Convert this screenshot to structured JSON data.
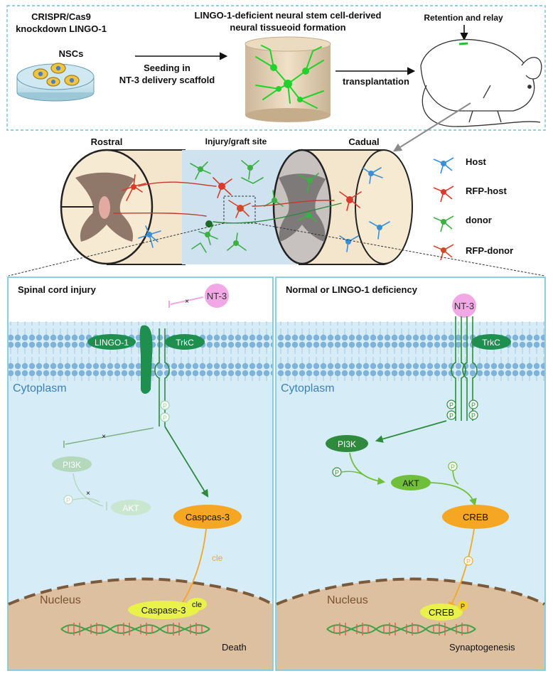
{
  "top_panel": {
    "crispr_line1": "CRISPR/Cas9",
    "crispr_line2": "knockdown LINGO-1",
    "nscs_label": "NSCs",
    "seeding_line1": "Seeding in",
    "seeding_line2": "NT-3 delivery scaffold",
    "tissueoid_line1": "LINGO-1-deficient neural stem cell-derived",
    "tissueoid_line2": "neural tissueoid formation",
    "transplantation": "transplantation",
    "retention": "Retention and relay"
  },
  "middle_panel": {
    "rostral": "Rostral",
    "injury_site": "Injury/graft site",
    "caudal": "Cadual"
  },
  "legend": [
    {
      "label": "Host",
      "color": "#3a8fd6"
    },
    {
      "label": "RFP-host",
      "color": "#d93a2b"
    },
    {
      "label": "donor",
      "color": "#3cb043"
    },
    {
      "label": "RFP-donor",
      "color": "#d04a2a"
    }
  ],
  "left_panel": {
    "title": "Spinal cord injury",
    "nt3": "NT-3",
    "lingo1": "LINGO-1",
    "trkc": "TrkC",
    "cytoplasm": "Cytoplasm",
    "p": "P",
    "pi3k": "PI3K",
    "akt": "AKT",
    "caspase_pro": "Caspcas-3",
    "cle": "cle",
    "nucleus": "Nucleus",
    "caspase_cleaved": "Caspase-3",
    "outcome": "Death"
  },
  "right_panel": {
    "title": "Normal or LINGO-1 deficiency",
    "nt3": "NT-3",
    "trkc": "TrkC",
    "cytoplasm": "Cytoplasm",
    "p": "P",
    "pi3k": "PI3K",
    "akt": "AKT",
    "creb": "CREB",
    "nucleus": "Nucleus",
    "creb_nuclear": "CREB",
    "outcome": "Synaptogenesis"
  },
  "colors": {
    "frame": "#6fc3d6",
    "cytoplasm": "#d6ecf6",
    "nucleus": "#dcc0a0",
    "lingo": "#1e8f4e",
    "caspase": "#f5a623",
    "nt3": "#f3a8e6",
    "creb_nuclear": "#e8f24a"
  }
}
